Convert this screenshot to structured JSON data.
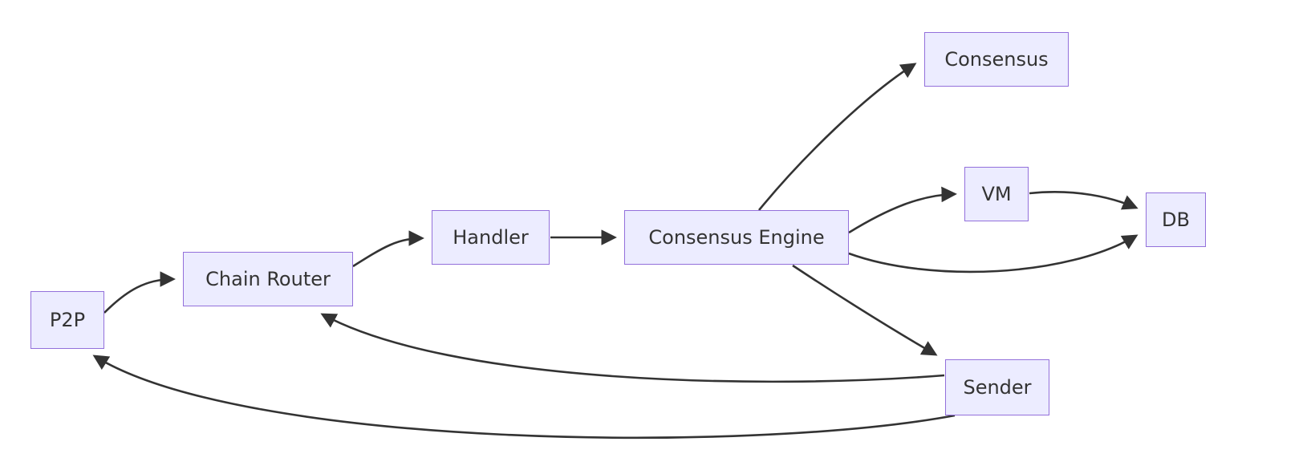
{
  "diagram": {
    "type": "flowchart",
    "nodes": {
      "p2p": {
        "label": "P2P"
      },
      "chain_router": {
        "label": "Chain Router"
      },
      "handler": {
        "label": "Handler"
      },
      "consensus_engine": {
        "label": "Consensus Engine"
      },
      "consensus": {
        "label": "Consensus"
      },
      "vm": {
        "label": "VM"
      },
      "db": {
        "label": "DB"
      },
      "sender": {
        "label": "Sender"
      }
    },
    "edges": [
      {
        "from": "P2P",
        "to": "Chain Router"
      },
      {
        "from": "Chain Router",
        "to": "Handler"
      },
      {
        "from": "Handler",
        "to": "Consensus Engine"
      },
      {
        "from": "Consensus Engine",
        "to": "Consensus"
      },
      {
        "from": "Consensus Engine",
        "to": "VM"
      },
      {
        "from": "VM",
        "to": "DB"
      },
      {
        "from": "Consensus Engine",
        "to": "DB"
      },
      {
        "from": "Consensus Engine",
        "to": "Sender"
      },
      {
        "from": "Sender",
        "to": "Chain Router"
      },
      {
        "from": "Sender",
        "to": "P2P"
      }
    ],
    "colors": {
      "node_fill": "#ECECFF",
      "node_border": "#9370DB",
      "edge": "#333333",
      "text": "#333333",
      "background": "#FFFFFF"
    }
  }
}
